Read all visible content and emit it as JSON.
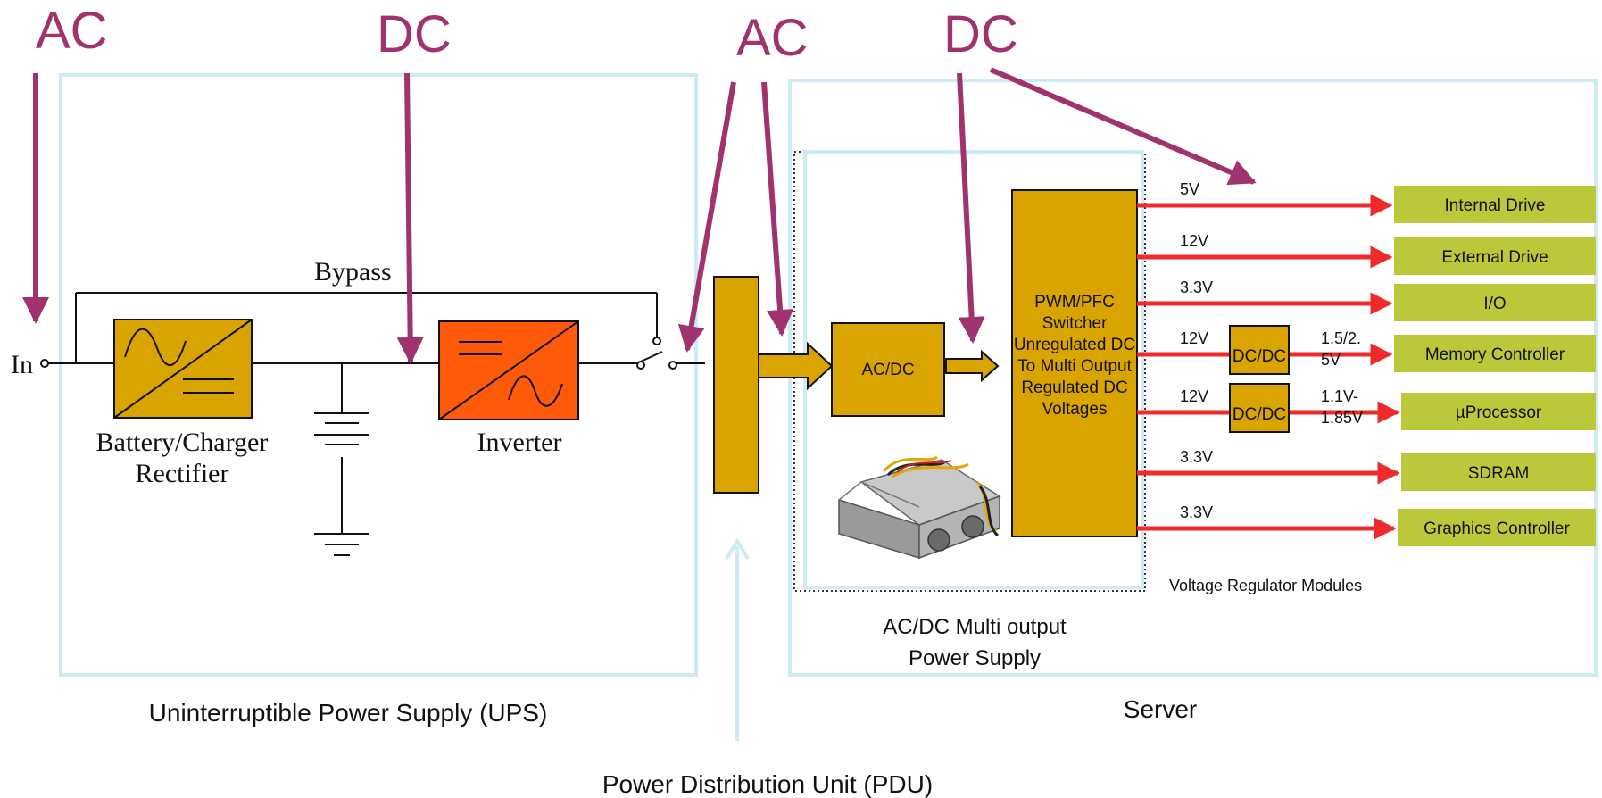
{
  "labels": {
    "ac_left": "AC",
    "dc_left": "DC",
    "ac_right": "AC",
    "dc_right": "DC",
    "input": "In",
    "bypass": "Bypass",
    "battery_charger": "Battery/Charger",
    "rectifier": "Rectifier",
    "inverter": "Inverter",
    "acdc_box": "AC/DC",
    "pwm": [
      "PWM/PFC",
      "Switcher",
      "Unregulated DC",
      "To Multi Output",
      "Regulated DC",
      "Voltages"
    ],
    "dcdc": "DC/DC",
    "psu_caption": [
      "AC/DC Multi output",
      "Power Supply"
    ],
    "vrm": "Voltage Regulator Modules",
    "ups": "Uninterruptible Power Supply (UPS)",
    "server": "Server",
    "pdu": "Power Distribution Unit (PDU)"
  },
  "rails": [
    {
      "voltage": "5V",
      "load": "Internal Drive",
      "converter": "",
      "out": ""
    },
    {
      "voltage": "12V",
      "load": "External Drive",
      "converter": "",
      "out": ""
    },
    {
      "voltage": "3.3V",
      "load": "I/O",
      "converter": "",
      "out": ""
    },
    {
      "voltage": "12V",
      "load": "Memory Controller",
      "converter": "DC/DC",
      "out": [
        "1.5/2.",
        "5V"
      ]
    },
    {
      "voltage": "12V",
      "load": "µProcessor",
      "converter": "DC/DC",
      "out": [
        "1.1V-",
        "1.85V"
      ]
    },
    {
      "voltage": "3.3V",
      "load": "SDRAM",
      "converter": "",
      "out": ""
    },
    {
      "voltage": "3.3V",
      "load": "Graphics Controller",
      "converter": "",
      "out": ""
    }
  ],
  "colors": {
    "annotation": "#a0326e",
    "frame": "#cdeaf5",
    "gold": "#d9a300",
    "orange": "#ff5a0a",
    "green": "#bcc83a",
    "rail": "#ee2a2a"
  }
}
